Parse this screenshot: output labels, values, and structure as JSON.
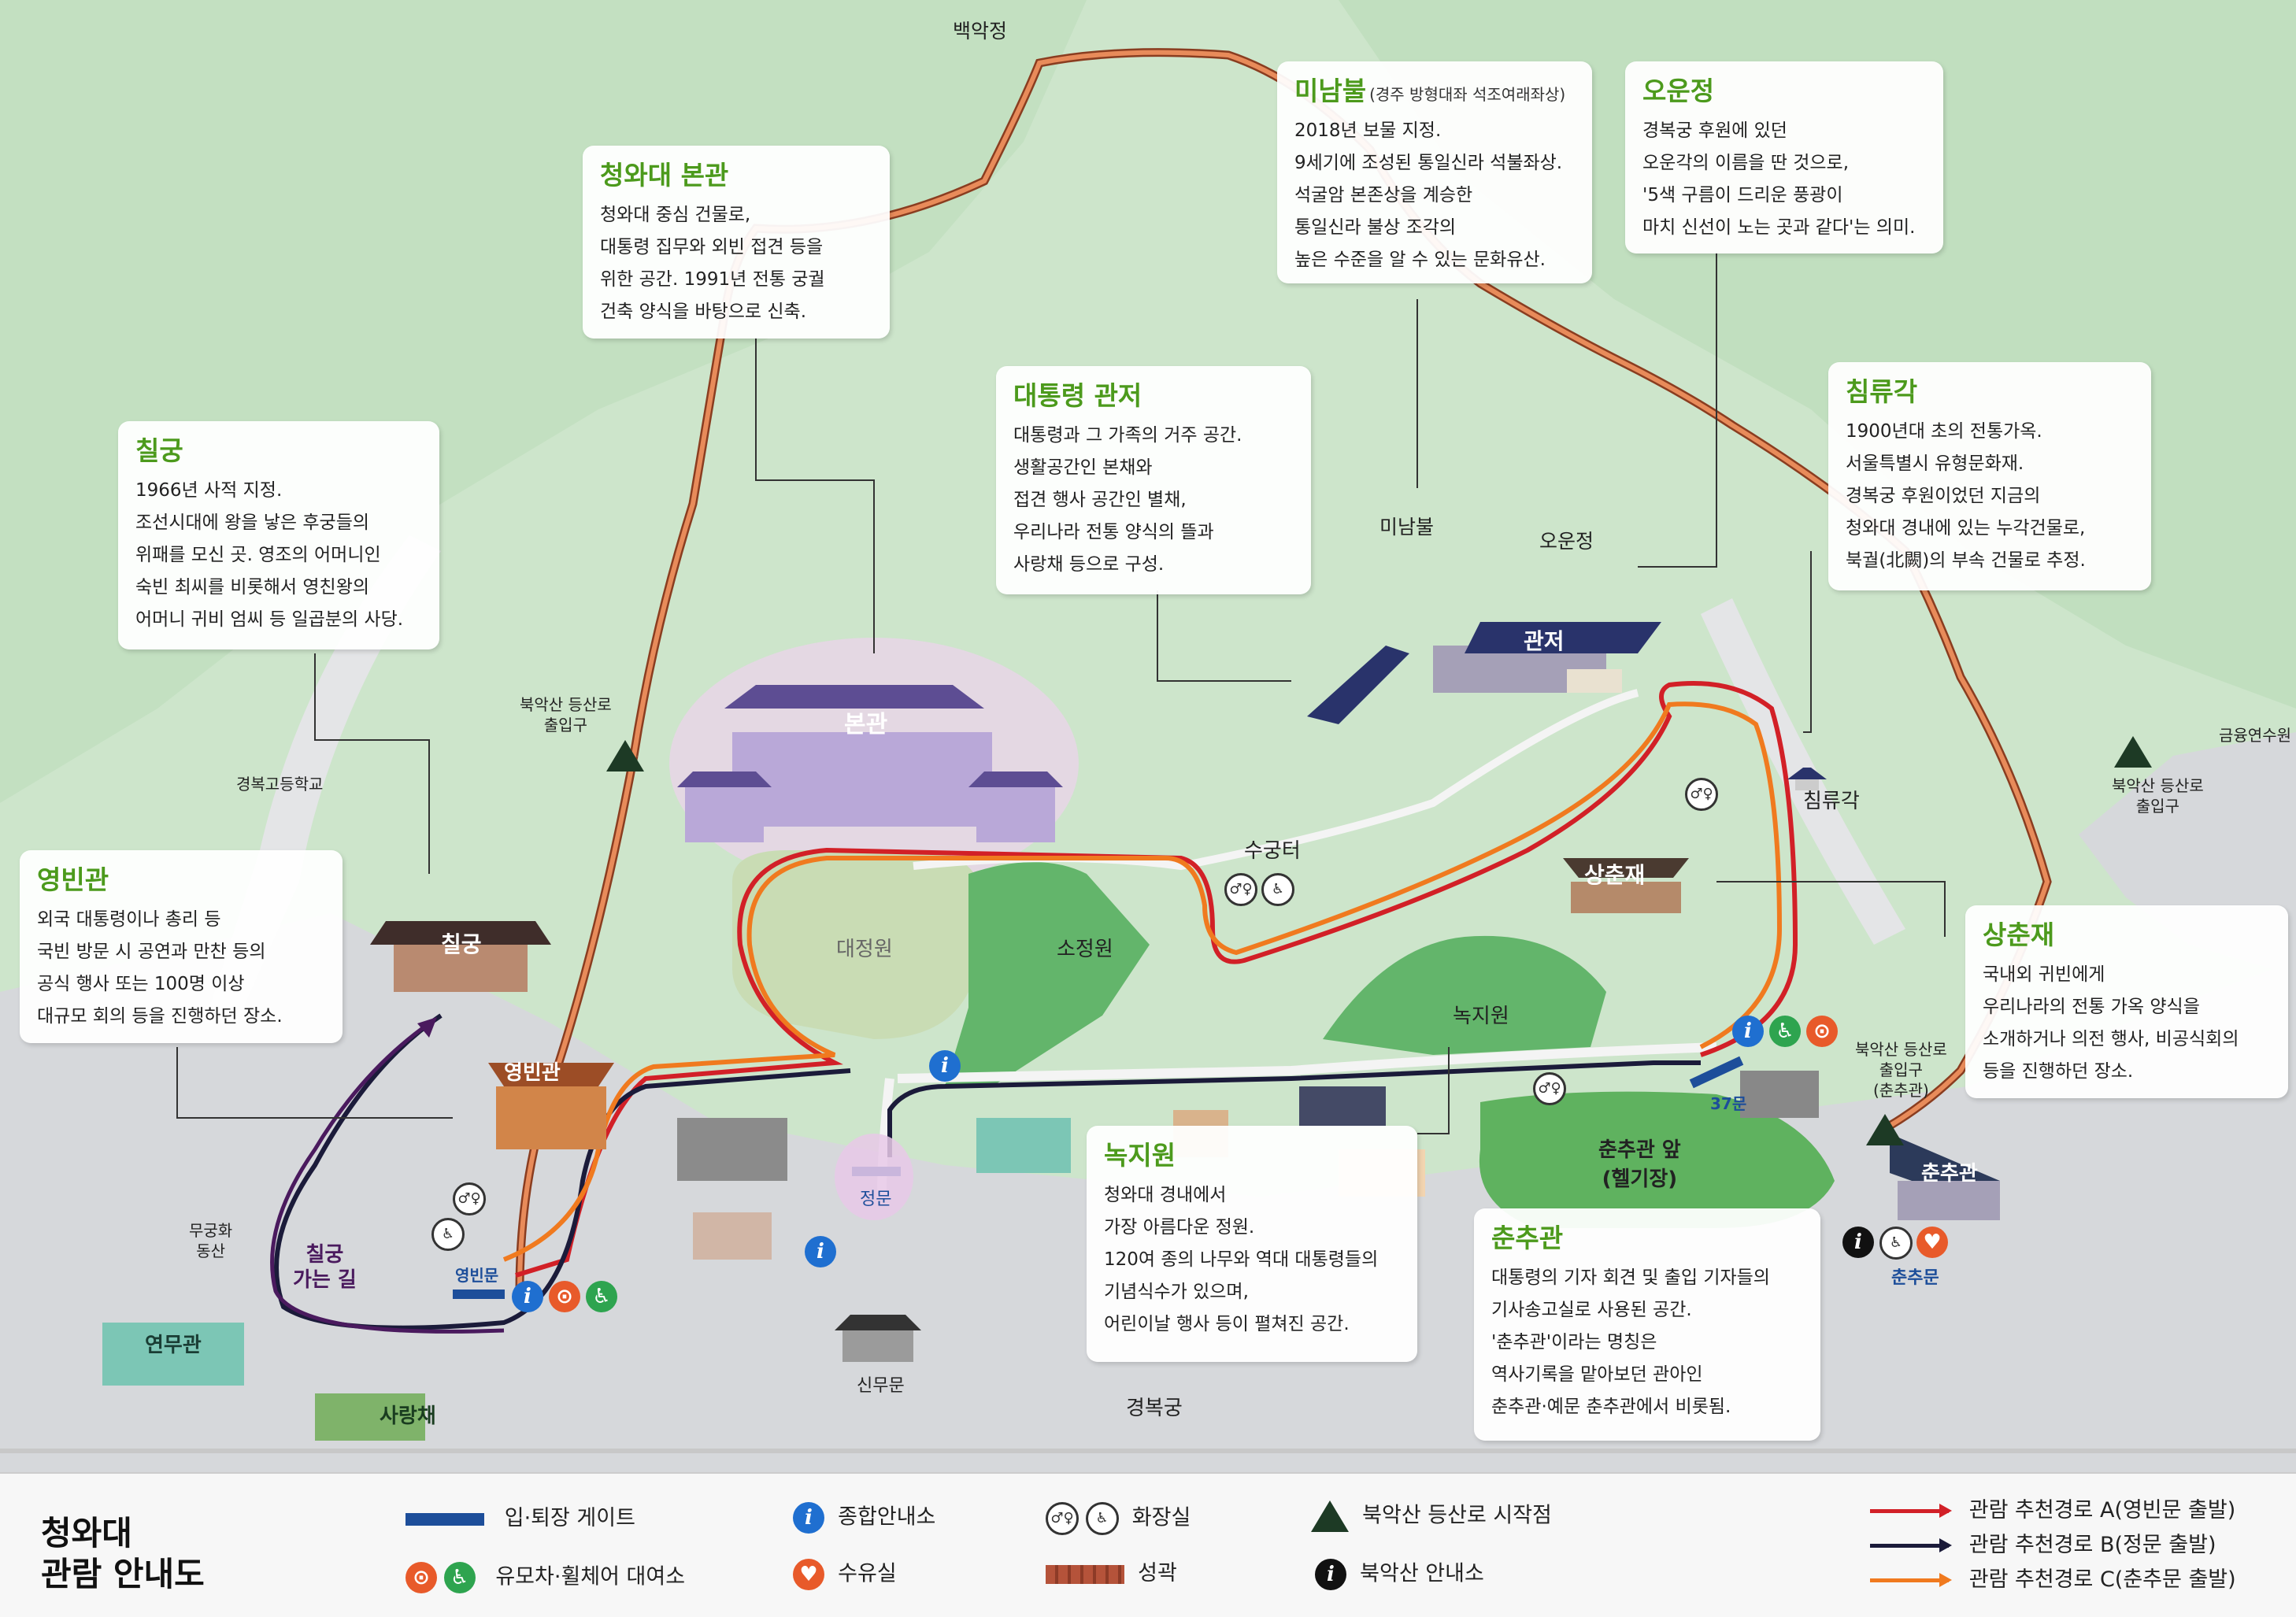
{
  "map_title": "청와대\n관람 안내도",
  "places": {
    "bugaksan_peak": "백악정",
    "minambul": "미남불",
    "oun": "오운정",
    "gwanjeo": "관저",
    "bongwan": "본관",
    "daejeongwon": "대정원",
    "sojeongwon": "소정원",
    "sugungteo": "수궁터",
    "chimnyugak": "침류각",
    "sangchunjae": "상춘재",
    "nokjiwon": "녹지원",
    "chunchugwan_front": "춘추관 앞\n(헬기장)",
    "chunchugwan": "춘추관",
    "chunchumun": "춘추문",
    "gate37": "37문",
    "jeongmun": "정문",
    "yeongbingwan": "영빈관",
    "yeongbinmun": "영빈문",
    "chilgung": "칠궁",
    "chilgung_path": "칠궁\n가는 길",
    "yeonmugwan": "연무관",
    "sarangchae": "사랑채",
    "sinmumun": "신무문",
    "gyeongbokgung": "경복궁",
    "gyeongbok_hs": "경복고등학교",
    "mugunghwa": "무궁화\n동산",
    "bugak_entry_w": "북악산 등산로\n출입구",
    "bugak_entry_e": "북악산 등산로\n출입구",
    "bugak_entry_c": "북악산 등산로\n출입구\n(춘추관)",
    "geumyeong": "금융연수원"
  },
  "boxes": {
    "bongwan": {
      "title": "청와대 본관",
      "lines": [
        "청와대 중심 건물로,",
        "대통령 집무와 외빈 접견 등을",
        "위한 공간. 1991년 전통 궁궐",
        "건축 양식을 바탕으로 신축."
      ]
    },
    "minambul": {
      "title": "미남불",
      "subtitle": "(경주 방형대좌 석조여래좌상)",
      "lines": [
        "2018년 보물 지정.",
        "9세기에 조성된 통일신라 석불좌상.",
        "석굴암 본존상을 계승한",
        "통일신라 불상 조각의",
        "높은 수준을 알 수 있는 문화유산."
      ]
    },
    "oun": {
      "title": "오운정",
      "lines": [
        "경복궁 후원에 있던",
        "오운각의 이름을 딴 것으로,",
        "'5색 구름이 드리운 풍광이",
        "마치 신선이 노는 곳과 같다'는 의미."
      ]
    },
    "gwanjeo": {
      "title": "대통령 관저",
      "lines": [
        "대통령과 그 가족의 거주 공간.",
        "생활공간인 본채와",
        "접견 행사 공간인 별채,",
        "우리나라 전통 양식의 뜰과",
        "사랑채 등으로 구성."
      ]
    },
    "chimnyugak": {
      "title": "침류각",
      "lines": [
        "1900년대 초의 전통가옥.",
        "서울특별시 유형문화재.",
        "경복궁 후원이었던 지금의",
        "청와대 경내에 있는 누각건물로,",
        "북궐(北闕)의 부속 건물로 추정."
      ]
    },
    "chilgung": {
      "title": "칠궁",
      "lines": [
        "1966년 사적 지정.",
        "조선시대에 왕을 낳은 후궁들의",
        "위패를 모신 곳. 영조의 어머니인",
        "숙빈 최씨를 비롯해서 영친왕의",
        "어머니 귀비 엄씨 등 일곱분의 사당."
      ]
    },
    "yeongbingwan": {
      "title": "영빈관",
      "lines": [
        "외국 대통령이나 총리 등",
        "국빈 방문 시 공연과 만찬 등의",
        "공식 행사 또는 100명 이상",
        "대규모 회의 등을 진행하던 장소."
      ]
    },
    "sangchunjae": {
      "title": "상춘재",
      "lines": [
        "국내외 귀빈에게",
        "우리나라의 전통 가옥 양식을",
        "소개하거나 의전 행사, 비공식회의",
        "등을 진행하던 장소."
      ]
    },
    "nokjiwon": {
      "title": "녹지원",
      "lines": [
        "청와대 경내에서",
        "가장 아름다운 정원.",
        "120여 종의 나무와 역대 대통령들의",
        "기념식수가 있으며,",
        "어린이날 행사 등이 펼쳐진 공간."
      ]
    },
    "chunchugwan": {
      "title": "춘추관",
      "lines": [
        "대통령의 기자 회견 및 출입 기자들의",
        "기사송고실로 사용된 공간.",
        "'춘추관'이라는 명칭은",
        "역사기록을 맡아보던 관아인",
        "춘추관·예문 춘추관에서 비롯됨."
      ]
    }
  },
  "legend": {
    "gate": "입·퇴장 게이트",
    "info": "종합안내소",
    "toilet": "화장실",
    "bugak_start": "북악산 등산로 시작점",
    "stroller": "유모차·휠체어 대여소",
    "nursing": "수유실",
    "wall": "성곽",
    "bugak_info": "북악산 안내소",
    "route_a": "관람 추천경로 A(영빈문 출발)",
    "route_b": "관람 추천경로 B(정문 출발)",
    "route_c": "관람 추천경로 C(춘추문 출발)"
  },
  "icons": {
    "info": "info-icon",
    "bugak_info": "bugak-info-icon",
    "toilet": "toilet-icon",
    "wheelchair": "wheelchair-icon",
    "stroller": "stroller-icon",
    "nursing": "nursing-icon",
    "mountain": "mountain-trailhead-icon"
  },
  "colors": {
    "route_a": "#d22027",
    "route_b": "#1b1b3a",
    "route_c": "#f07a1f",
    "trail": "#d9703a",
    "title_green": "#4c9a1c"
  }
}
